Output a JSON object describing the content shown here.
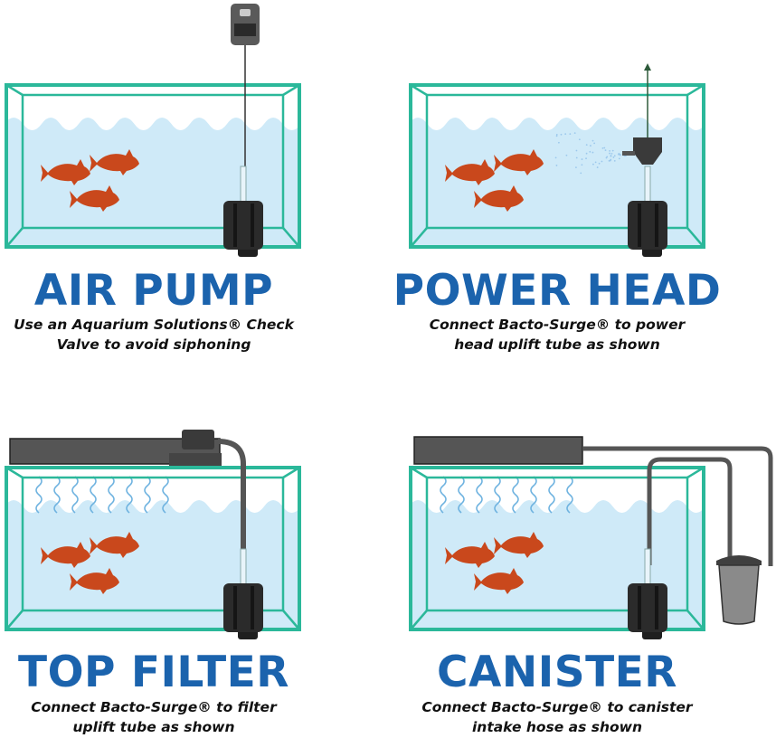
{
  "colors": {
    "tank": "#2bb89a",
    "water": "#cfeaf8",
    "fish": "#c9481c",
    "title": "#1b63ad",
    "sponge": "#2b2b2b"
  },
  "panels": [
    {
      "title": "AIR PUMP",
      "lines": [
        "Use an Aquarium Solutions® Check",
        "Valve to avoid siphoning"
      ],
      "type": "airpump"
    },
    {
      "title": "POWER HEAD",
      "lines": [
        "Connect Bacto-Surge® to power",
        "head uplift tube as shown"
      ],
      "type": "powerhead"
    },
    {
      "title": "TOP FILTER",
      "lines": [
        "Connect Bacto-Surge® to filter",
        "uplift tube as shown"
      ],
      "type": "topfilter"
    },
    {
      "title": "CANISTER",
      "lines": [
        "Connect Bacto-Surge® to canister",
        "intake hose as shown"
      ],
      "type": "canister"
    }
  ]
}
